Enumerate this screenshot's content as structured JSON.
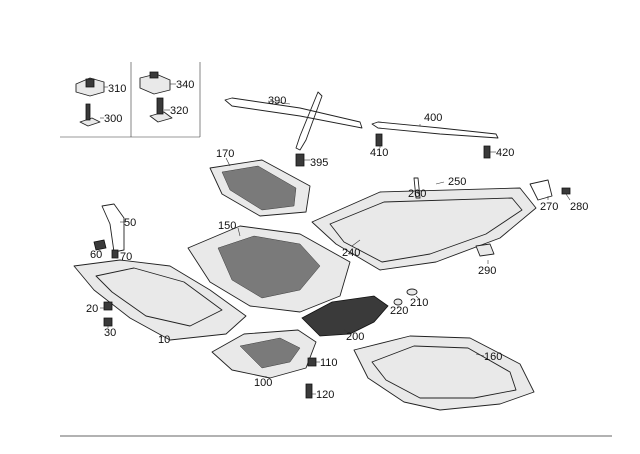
{
  "parts": {
    "p310": "310",
    "p300": "300",
    "p340": "340",
    "p320": "320",
    "p390": "390",
    "p400": "400",
    "p395": "395",
    "p410": "410",
    "p420": "420",
    "p170": "170",
    "p260": "260",
    "p250": "250",
    "p270": "270",
    "p280": "280",
    "p50": "50",
    "p150": "150",
    "p240": "240",
    "p290": "290",
    "p60": "60",
    "p70": "70",
    "p210": "210",
    "p220": "220",
    "p20": "20",
    "p30": "30",
    "p10": "10",
    "p200": "200",
    "p110": "110",
    "p100": "100",
    "p160": "160",
    "p120": "120"
  }
}
